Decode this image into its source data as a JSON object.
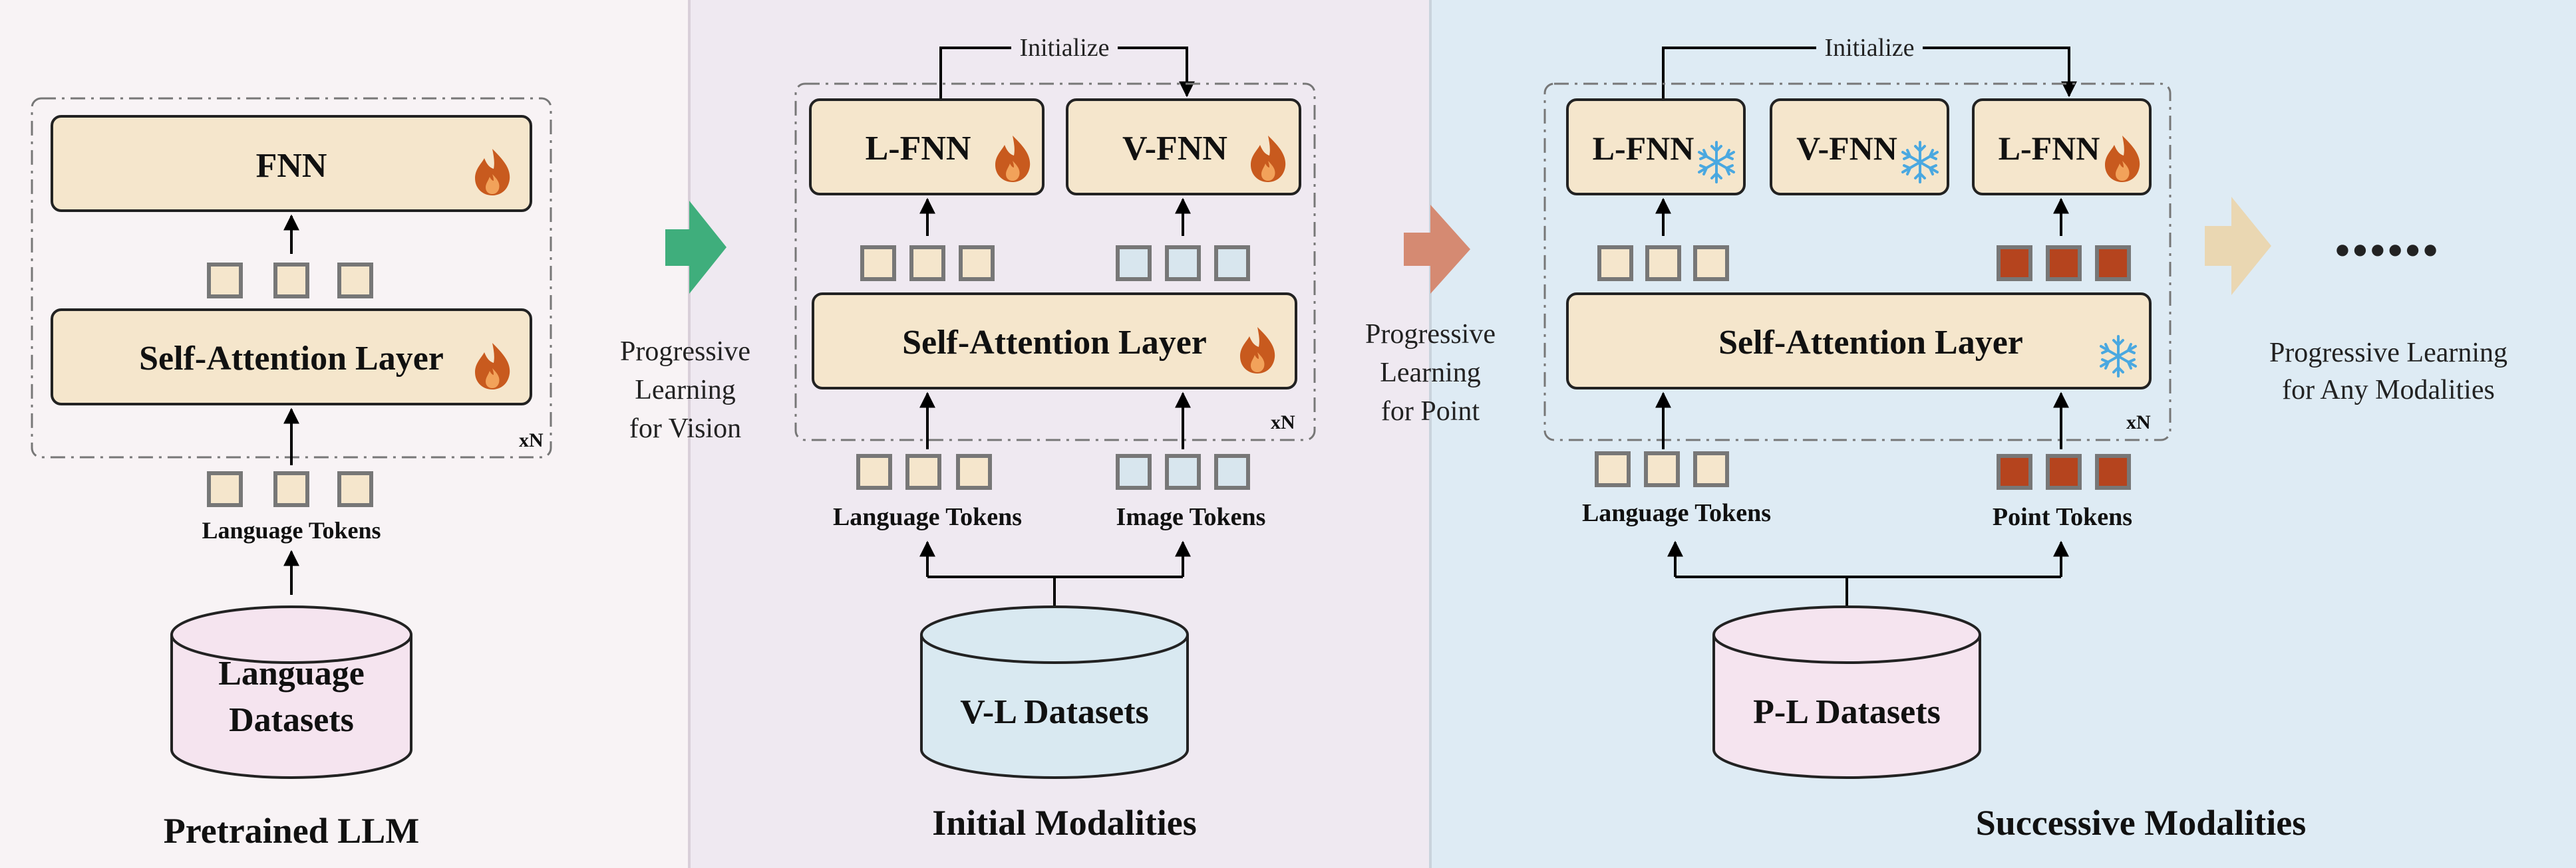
{
  "colors": {
    "panel_llm": "#f8f3f5",
    "panel_initial": "#efe9f1",
    "panel_successive": "#deebf4",
    "module_fill": "#f5e6cc",
    "language_token": "#f5e6cc",
    "image_token": "#d8e6ee",
    "point_token": "#b5441e",
    "dataset_language": "#f5e4ef",
    "dataset_vl": "#d9e9f1",
    "dataset_pl": "#f5e4ef",
    "arrow_vision": "#3fae7c",
    "arrow_point": "#d58a72",
    "arrow_any": "#ead7b2",
    "flame": "#c85a1e",
    "snowflake": "#4aa8e0"
  },
  "panel_llm": {
    "title": "Pretrained LLM",
    "fnn": "FNN",
    "attention": "Self-Attention Layer",
    "repeat": "xN",
    "tokens": "Language Tokens",
    "dataset_line1": "Language",
    "dataset_line2": "Datasets"
  },
  "transition_vision": {
    "line1": "Progressive",
    "line2": "Learning",
    "line3": "for Vision"
  },
  "panel_initial": {
    "title": "Initial Modalities",
    "initialize": "Initialize",
    "l_fnn": "L-FNN",
    "v_fnn": "V-FNN",
    "attention": "Self-Attention Layer",
    "repeat": "xN",
    "language_tokens": "Language Tokens",
    "image_tokens": "Image Tokens",
    "dataset": "V-L Datasets"
  },
  "transition_point": {
    "line1": "Progressive",
    "line2": "Learning",
    "line3": "for Point"
  },
  "panel_successive": {
    "title": "Successive Modalities",
    "initialize": "Initialize",
    "l_fnn": "L-FNN",
    "v_fnn": "V-FNN",
    "p_fnn": "L-FNN",
    "attention": "Self-Attention Layer",
    "repeat": "xN",
    "language_tokens": "Language Tokens",
    "point_tokens": "Point Tokens",
    "dataset": "P-L Datasets"
  },
  "transition_any": {
    "ellipsis": "••••••",
    "line1": "Progressive Learning",
    "line2": "for Any Modalities"
  },
  "icons": {
    "trainable": "flame-icon",
    "frozen": "snowflake-icon"
  }
}
